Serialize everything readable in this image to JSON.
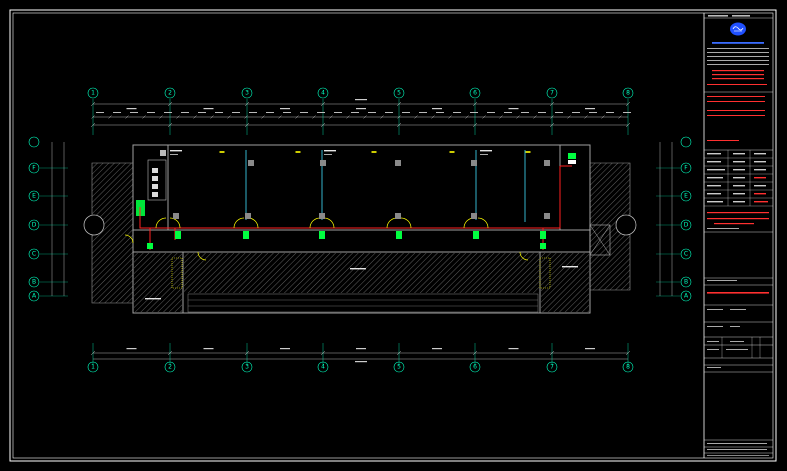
{
  "colors": {
    "background": "#000000",
    "frame": "#ffffff",
    "wall": "#9a9a9a",
    "grid_axis": "#00ffc0",
    "cable_red": "#ff2020",
    "cable_cyan": "#40e0ff",
    "fixture_green": "#00ff40",
    "door_yellow": "#ffff00",
    "hatch": "#6a6a6a",
    "title_red": "#ff3030",
    "logo_blue": "#2050ff"
  },
  "grid": {
    "columns": [
      "1",
      "2",
      "3",
      "4",
      "5",
      "6",
      "7",
      "8"
    ],
    "rows": [
      "A",
      "B",
      "C",
      "D",
      "E",
      "F"
    ]
  },
  "title_block": {
    "logo_icon": "company-logo-icon"
  }
}
